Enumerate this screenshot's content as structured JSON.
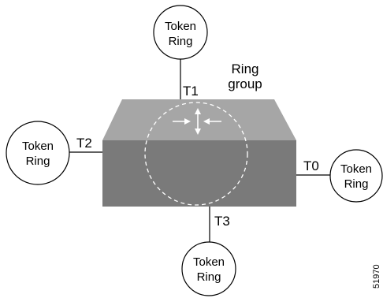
{
  "diagram": {
    "ring_group_label": [
      "Ring",
      "group"
    ],
    "interfaces": {
      "t0": "T0",
      "t1": "T1",
      "t2": "T2",
      "t3": "T3"
    },
    "token_ring_label": [
      "Token",
      "Ring"
    ],
    "figure_id": "51970"
  },
  "colors": {
    "box_top": "#a6a6a6",
    "box_front": "#7a7a7a",
    "arrows": "#ffffff",
    "lines": "#000000"
  }
}
